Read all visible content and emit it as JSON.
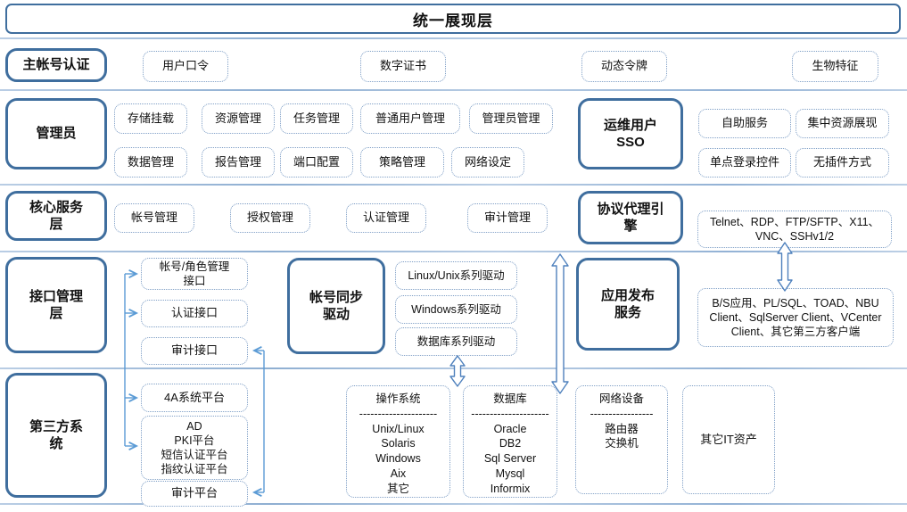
{
  "title": "统一展现层",
  "auth": {
    "label": "主帐号认证",
    "items": [
      "用户口令",
      "数字证书",
      "动态令牌",
      "生物特征"
    ]
  },
  "admin": {
    "label": "管理员",
    "row1": [
      "存储挂载",
      "资源管理",
      "任务管理",
      "普通用户管理",
      "管理员管理"
    ],
    "row2": [
      "数据管理",
      "报告管理",
      "端口配置",
      "策略管理",
      "网络设定"
    ]
  },
  "sso": {
    "label": "运维用户\nSSO",
    "items": [
      "自助服务",
      "集中资源展现",
      "单点登录控件",
      "无插件方式"
    ]
  },
  "core": {
    "label": "核心服务\n层",
    "items": [
      "帐号管理",
      "授权管理",
      "认证管理",
      "审计管理"
    ]
  },
  "proxy": {
    "label": "协议代理引\n擎",
    "protocols": "Telnet、RDP、FTP/SFTP、X11、\nVNC、SSHv1/2"
  },
  "iface": {
    "label": "接口管理\n层",
    "items": [
      "帐号/角色管理\n接口",
      "认证接口",
      "审计接口"
    ]
  },
  "sync": {
    "label": "帐号同步\n驱动",
    "drivers": [
      "Linux/Unix系列驱动",
      "Windows系列驱动",
      "数据库系列驱动"
    ]
  },
  "publish": {
    "label": "应用发布\n服务",
    "clients": "B/S应用、PL/SQL、TOAD、NBU\nClient、SqlServer Client、VCenter\nClient、其它第三方客户端"
  },
  "third": {
    "label": "第三方系\n统",
    "items": [
      "4A系统平台",
      "AD\nPKI平台\n短信认证平台\n指纹认证平台",
      "审计平台"
    ]
  },
  "assets": {
    "os": "操作系统\n---------------------\nUnix/Linux\nSolaris\nWindows\nAix\n其它",
    "db": "数据库\n---------------------\nOracle\nDB2\nSql Server\nMysql\nInformix",
    "net": "网络设备\n-----------------\n路由器\n交换机",
    "other": "其它IT资产"
  },
  "colors": {
    "strong_border": "#3f6e9e",
    "dotted_border": "#7f9fc6",
    "arrow_thin": "#5b9bd5",
    "arrow_hollow": "#4f81bd",
    "divider": "#a9c2dd"
  }
}
